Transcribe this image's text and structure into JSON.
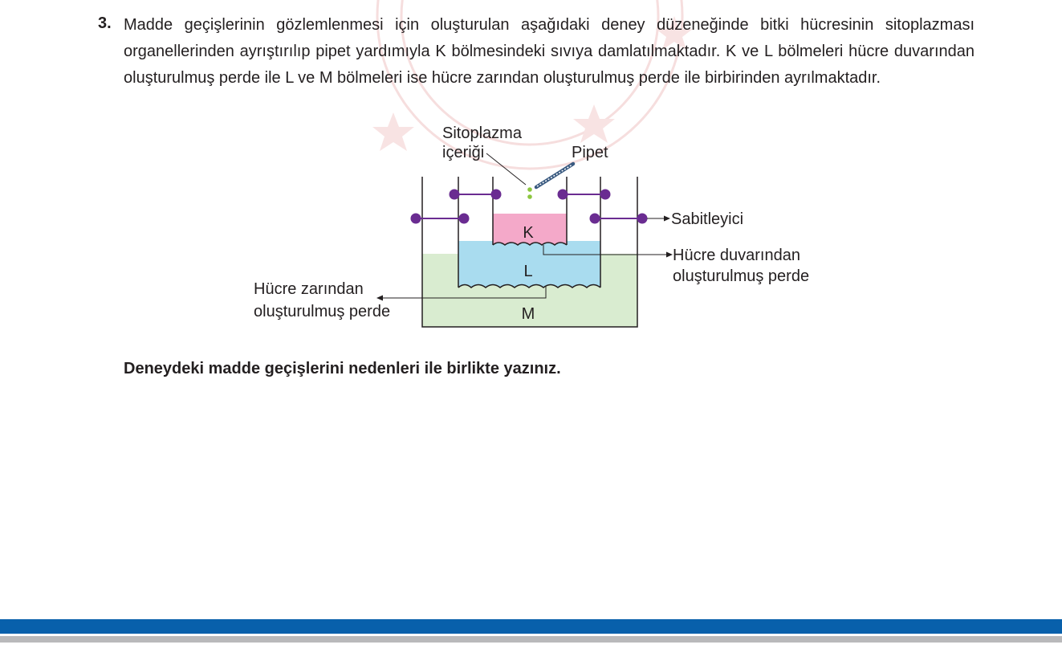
{
  "question": {
    "number": "3.",
    "text": "Madde geçişlerinin gözlemlenmesi için oluşturulan aşağıdaki deney düzeneğinde bitki hücresinin sitoplazması organellerinden ayrıştırılıp pipet yardımıyla K bölmesindeki sıvıya damlatılmaktadır. K ve L bölmeleri hücre duvarından oluşturulmuş perde ile L ve M bölmeleri ise hücre zarından oluşturulmuş perde ile birbirinden ayrılmaktadır.",
    "prompt": "Deneydeki madde geçişlerini nedenleri ile birlikte yazınız."
  },
  "diagram": {
    "labels": {
      "cytoplasm_line1": "Sitoplazma",
      "cytoplasm_line2": "içeriği",
      "pipette": "Pipet",
      "fixator": "Sabitleyici",
      "cell_wall_line1": "Hücre duvarından",
      "cell_wall_line2": "oluşturulmuş perde",
      "membrane_line1": "Hücre zarından",
      "membrane_line2": "oluşturulmuş perde"
    },
    "compartments": {
      "k": "K",
      "l": "L",
      "m": "M"
    },
    "colors": {
      "k_fill": "#f4a9c9",
      "l_fill": "#a9dcef",
      "m_fill": "#d9ecd0",
      "fixator": "#6a2c91",
      "drop": "#8cc63f",
      "footer_blue": "#0860ab",
      "footer_gray": "#b9b9bb"
    }
  }
}
